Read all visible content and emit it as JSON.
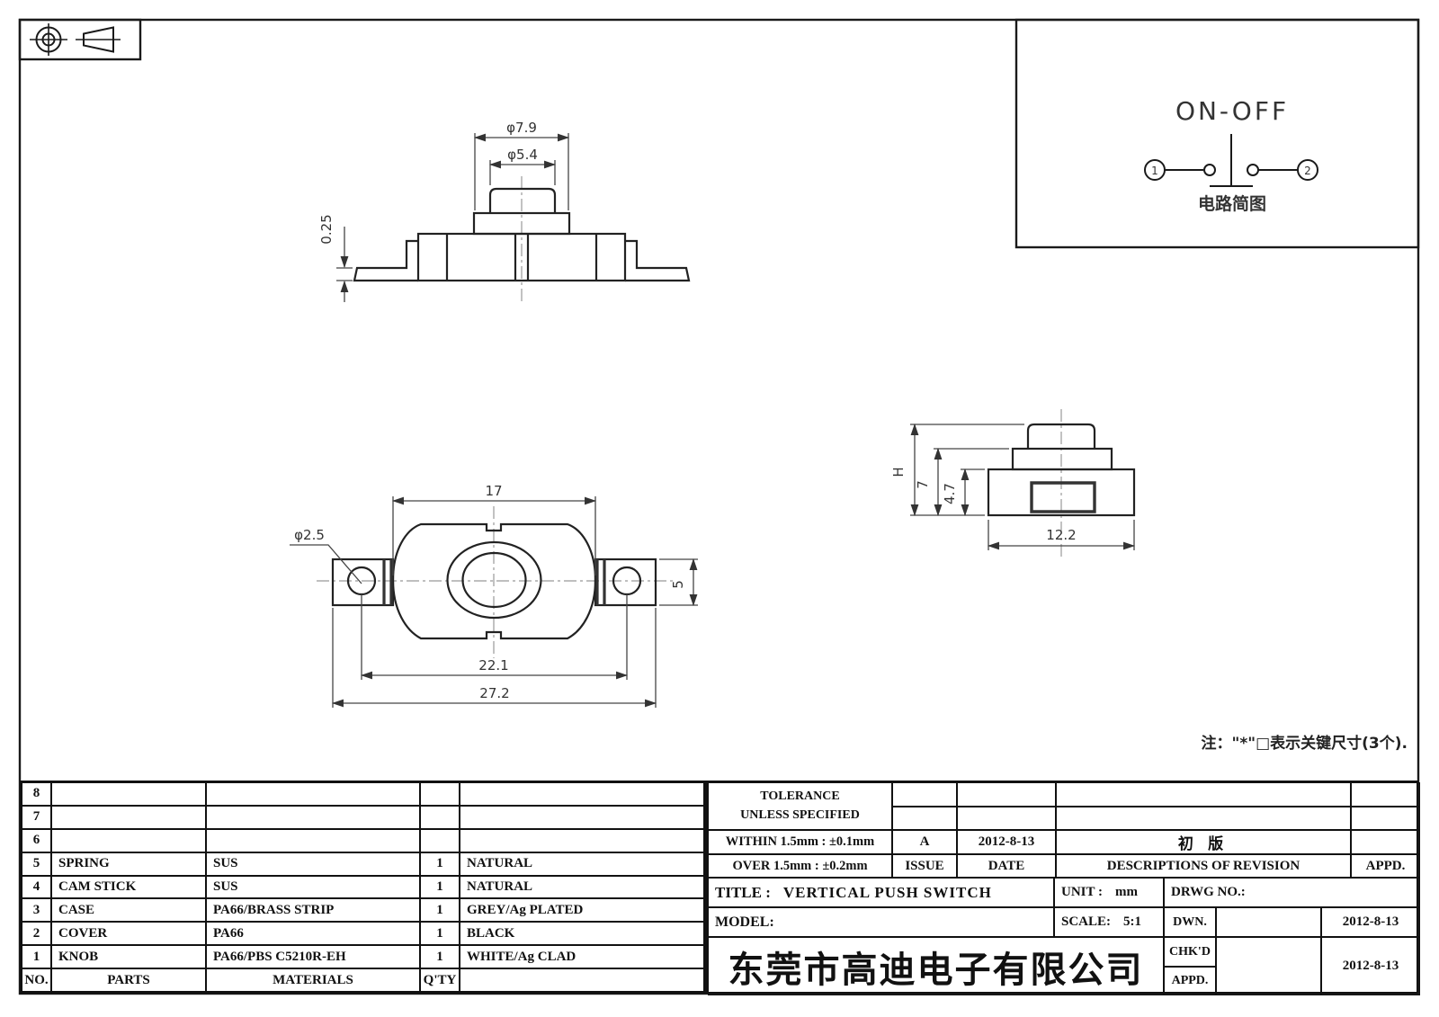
{
  "circuit": {
    "title": "ON-OFF",
    "t1": "1",
    "t2": "2",
    "caption": "电路简图"
  },
  "dims": {
    "front_outer": "φ7.9",
    "front_knob": "φ5.4",
    "front_lead": "0.25",
    "plan_body_w": "17",
    "plan_hole": "φ2.5",
    "plan_pitch": "22.1",
    "plan_overall": "27.2",
    "plan_tab": "5",
    "side_h": "H",
    "side_7": "7",
    "side_47": "4.7",
    "side_base": "12.2"
  },
  "note": {
    "text": "注：\"*\"□表示关键尺寸(3个)."
  },
  "parts": {
    "headers": {
      "no": "NO.",
      "parts": "PARTS",
      "materials": "MATERIALS",
      "qty": "Q'TY",
      "finish": ""
    },
    "rows": [
      {
        "no": "8",
        "parts": "",
        "materials": "",
        "qty": "",
        "finish": ""
      },
      {
        "no": "7",
        "parts": "",
        "materials": "",
        "qty": "",
        "finish": ""
      },
      {
        "no": "6",
        "parts": "",
        "materials": "",
        "qty": "",
        "finish": ""
      },
      {
        "no": "5",
        "parts": "SPRING",
        "materials": "SUS",
        "qty": "1",
        "finish": "NATURAL"
      },
      {
        "no": "4",
        "parts": "CAM STICK",
        "materials": "SUS",
        "qty": "1",
        "finish": "NATURAL"
      },
      {
        "no": "3",
        "parts": "CASE",
        "materials": "PA66/BRASS STRIP",
        "qty": "1",
        "finish": "GREY/Ag PLATED"
      },
      {
        "no": "2",
        "parts": "COVER",
        "materials": "PA66",
        "qty": "1",
        "finish": "BLACK"
      },
      {
        "no": "1",
        "parts": "KNOB",
        "materials": "PA66/PBS C5210R-EH",
        "qty": "1",
        "finish": "WHITE/Ag CLAD"
      }
    ]
  },
  "rev": {
    "tolerance_1": "TOLERANCE",
    "tolerance_2": "UNLESS  SPECIFIED",
    "within": "WITHIN 1.5mm : ±0.1mm",
    "over": "OVER 1.5mm : ±0.2mm",
    "issue_val": "A",
    "date_val": "2012-8-13",
    "rev_desc": "初  版",
    "issue_label": "ISSUE",
    "date_label": "DATE",
    "desc_label": "DESCRIPTIONS OF REVISION",
    "appd_label": "APPD."
  },
  "tb": {
    "title_label": "TITLE :",
    "title": "VERTICAL PUSH SWITCH",
    "unit_label": "UNIT :",
    "unit": "mm",
    "drwg": "DRWG NO.:",
    "model_label": "MODEL:",
    "scale_label": "SCALE:",
    "scale": "5:1",
    "dwn": "DWN.",
    "chkd": "CHK'D",
    "appd": "APPD.",
    "dwn_date": "2012-8-13",
    "chkd_date": "2012-8-13",
    "company": "东莞市高迪电子有限公司"
  }
}
